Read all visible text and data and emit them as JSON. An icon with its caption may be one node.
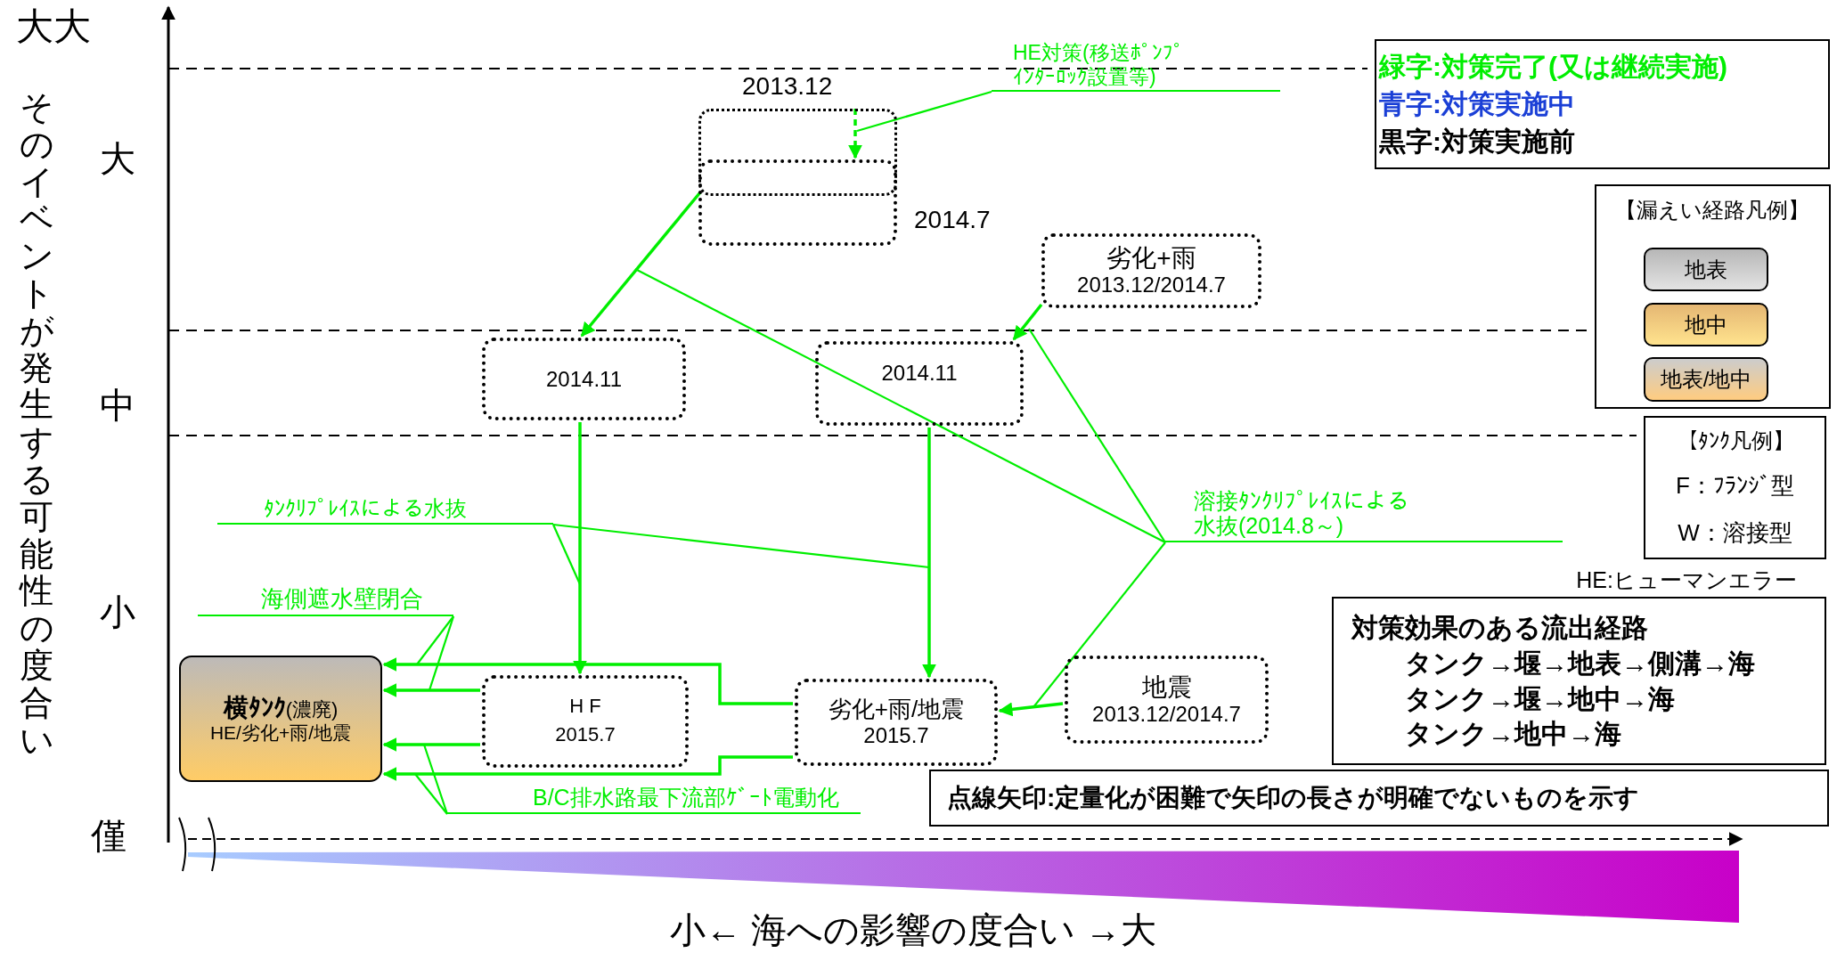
{
  "diagram": {
    "nodes": [
      {
        "text": [],
        "shape": "box",
        "beside": [
          "2013.12"
        ]
      },
      {
        "text": [],
        "shape": "box",
        "beside": [
          "2014.7"
        ]
      },
      {
        "text": [
          "HE対策(移送ﾎﾟﾝﾌﾟｲﾝﾀｰﾛｯｸ設置等)"
        ]
      },
      {
        "text": [
          "劣化+雨",
          "2013.12/2014.7"
        ]
      },
      {
        "text": [
          "2014.11"
        ]
      },
      {
        "text": [
          "2014.11"
        ]
      },
      {
        "text": [
          "溶接ﾀﾝｸﾘﾌﾟﾚｲｽによる水抜(2014.8～)"
        ]
      },
      {
        "text": [
          "ﾀﾝｸﾘﾌﾟﾚｲｽによる水抜"
        ]
      },
      {
        "text": [
          "海側遮水壁閉合"
        ]
      },
      {
        "text": [
          "**横ﾀﾝｸ**(濃廃)",
          "HE/劣化+雨/地震"
        ]
      },
      {
        "text": [
          "H F",
          "2015.7"
        ]
      },
      {
        "text": [
          "劣化+雨/地震",
          "2015.7"
        ]
      },
      {
        "text": [
          "地震",
          "2013.12/2014.7"
        ]
      },
      {
        "text": [
          "B/C排水路最下流部ｹﾞｰﾄ電動化"
        ]
      },
      {
        "text": [
          "【ﾀﾝｸ凡例】",
          "F：ﾌﾗﾝｼﾞ型",
          "W：溶接型"
        ]
      },
      {
        "text": [
          "対策効果のある流出経路",
          "タンク→堰→地表→側溝→海",
          "タンク→堰→地中→海",
          "タンク→地中→海"
        ]
      },
      {
        "text": [
          "点線矢印:定量化が困難で矢印の長さが明確でないものを示す"
        ]
      }
    ],
    "edges": [
      {
        "from": 0,
        "to": 1,
        "arrow": "to",
        "style": "dashed"
      },
      {
        "from": 1,
        "to": 4,
        "arrow": "to"
      },
      {
        "from": 3,
        "to": 5,
        "arrow": "to"
      },
      {
        "from": 4,
        "to": 10,
        "arrow": "to"
      },
      {
        "from": 5,
        "to": 11,
        "arrow": "to"
      },
      {
        "from": 12,
        "to": 11,
        "arrow": "to"
      },
      {
        "from": 10,
        "to": 9,
        "arrow": "to"
      },
      {
        "from": 11,
        "to": 9,
        "arrow": "to"
      },
      {
        "from": 10,
        "to": 9,
        "arrow": "to"
      },
      {
        "from": 11,
        "to": 9,
        "arrow": "to"
      },
      {
        "from": 2,
        "to": 0,
        "arrow": "none"
      },
      {
        "from": 7,
        "to": null,
        "arrow": "none"
      },
      {
        "from": 7,
        "to": null,
        "arrow": "none"
      },
      {
        "from": 8,
        "to": null,
        "arrow": "none"
      },
      {
        "from": 8,
        "to": null,
        "arrow": "none"
      },
      {
        "from": 13,
        "to": null,
        "arrow": "none"
      },
      {
        "from": 13,
        "to": null,
        "arrow": "none"
      },
      {
        "from": 6,
        "to": null,
        "arrow": "none"
      },
      {
        "from": 6,
        "to": 5,
        "arrow": "none"
      },
      {
        "from": 6,
        "to": null,
        "arrow": "none"
      }
    ],
    "labels": [
      "大大",
      "大",
      "中",
      "小",
      "僅",
      "そのイベントが発生する可能性の度合い",
      "【漏えい経路凡例】",
      "HE:ヒューマンエラー",
      "小← 海への影響の度合い →大"
    ],
    "legend": [
      {
        "text": "緑字:対策完了(又は継続実施)",
        "color": "#00ee00"
      },
      {
        "text": "青字:対策実施中",
        "color": "#1a3fd6"
      },
      {
        "text": "黒字:対策実施前",
        "color": "#000000"
      },
      {
        "text": "地表",
        "color": "#cccccc"
      },
      {
        "text": "地中",
        "color": "#ffcc80"
      },
      {
        "text": "地表/地中"
      }
    ]
  }
}
